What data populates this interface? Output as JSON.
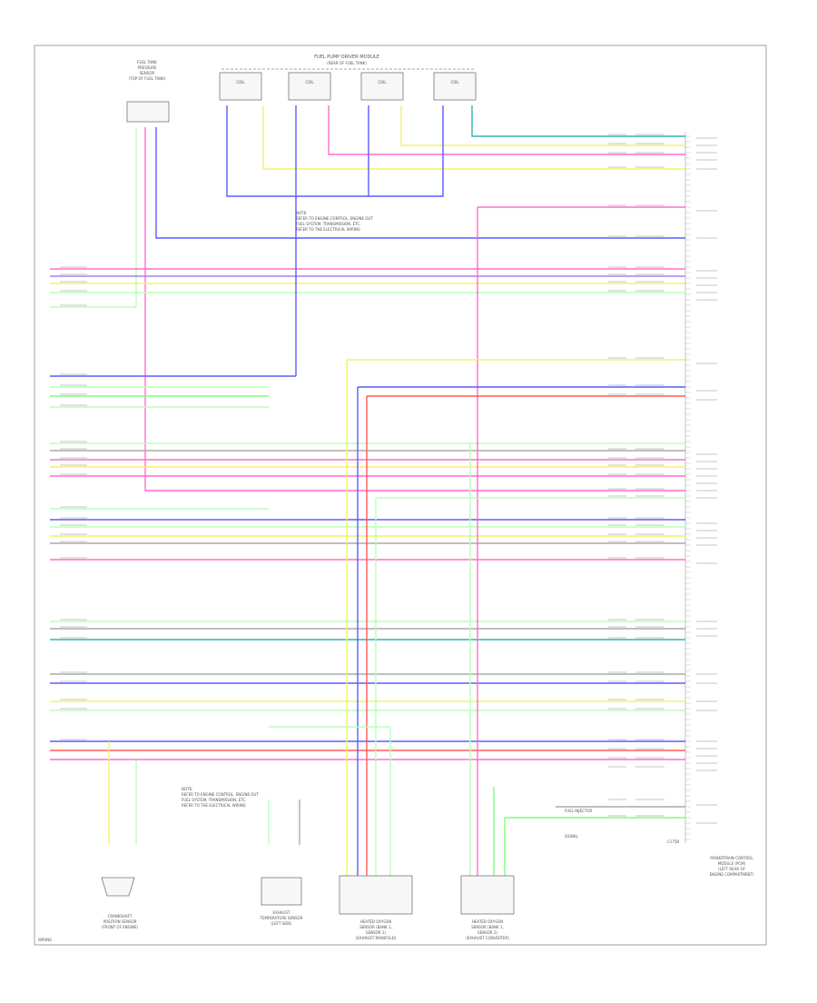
{
  "diagram": {
    "footer_code": "WIRING",
    "colors": {
      "blue": "#5b5bff",
      "yellow": "#f2f26a",
      "pink": "#ff6ec7",
      "green": "#7dff7d",
      "light_green": "#b8ffb8",
      "teal": "#2bb5b5",
      "red": "#ff5a5a",
      "gray": "#aaaaaa",
      "violet": "#b07de8",
      "wire_label": "#888888"
    },
    "labels": {
      "top_module": "FUEL PUMP DRIVER MODULE",
      "top_module_sub": "(REAR OF FUEL TANK)",
      "coil_a": "COIL",
      "coil_b": "COIL",
      "coil_c": "COIL",
      "coil_d": "COIL",
      "sensor_top_left_1": "FUEL TANK",
      "sensor_top_left_2": "PRESSURE",
      "sensor_top_left_3": "SENSOR",
      "sensor_top_left_4": "(TOP OF FUEL TANK)",
      "note_top_1": "NOTE:",
      "note_top_2": "REFER TO ENGINE CONTROL, ENGINE OUT",
      "note_top_3": "FUEL SYSTEM, TRANSMISSION, ETC.",
      "note_top_4": "REFER TO THE ELECTRICAL WIRING",
      "note_bottom_1": "NOTE:",
      "note_bottom_2": "REFER TO ENGINE CONTROL, ENGINE OUT",
      "note_bottom_3": "FUEL SYSTEM, TRANSMISSION, ETC.",
      "note_bottom_4": "REFER TO THE ELECTRICAL WIRING",
      "comp_b1_1": "CRANKSHAFT",
      "comp_b1_2": "POSITION SENSOR",
      "comp_b1_3": "(FRONT OF ENGINE)",
      "comp_b2_1": "EXHAUST",
      "comp_b2_2": "TEMPERATURE SENSOR",
      "comp_b2_3": "(LEFT SIDE)",
      "comp_b3_1": "HEATED OXYGEN",
      "comp_b3_2": "SENSOR (BANK 1,",
      "comp_b3_3": "SENSOR 1)",
      "comp_b3_4": "(EXHAUST MANIFOLD)",
      "comp_b4_1": "HEATED OXYGEN",
      "comp_b4_2": "SENSOR (BANK 1,",
      "comp_b4_3": "SENSOR 2)",
      "comp_b4_4": "(EXHAUST CONVERTER)",
      "pcm_1": "POWERTRAIN CONTROL",
      "pcm_2": "MODULE (PCM)",
      "pcm_3": "(LEFT REAR OF",
      "pcm_4": "ENGINE COMPARTMENT)",
      "pcm_small_1": "C175B",
      "pcm_right_1": "FUEL INJECTOR",
      "pcm_right_2": "SIGNAL"
    }
  }
}
